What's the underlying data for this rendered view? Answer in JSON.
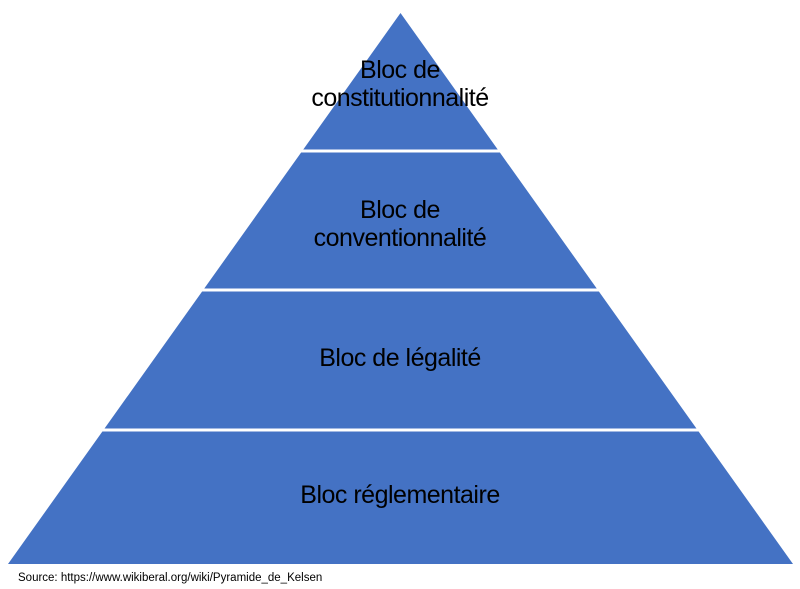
{
  "diagram": {
    "type": "pyramid",
    "levels": [
      {
        "label": "Bloc de constitutionnalité",
        "lines": [
          "Bloc de",
          "constitutionnalité"
        ]
      },
      {
        "label": "Bloc de conventionnalité",
        "lines": [
          "Bloc de",
          "conventionnalité"
        ]
      },
      {
        "label": "Bloc de légalité",
        "lines": [
          "Bloc de légalité"
        ]
      },
      {
        "label": "Bloc réglementaire",
        "lines": [
          "Bloc réglementaire"
        ]
      }
    ],
    "colors": {
      "fill": "#4472C4",
      "divider": "#FFFFFF",
      "text": "#000000",
      "background": "#FFFFFF"
    }
  },
  "source": {
    "text": "Source: https://www.wikiberal.org/wiki/Pyramide_de_Kelsen"
  }
}
